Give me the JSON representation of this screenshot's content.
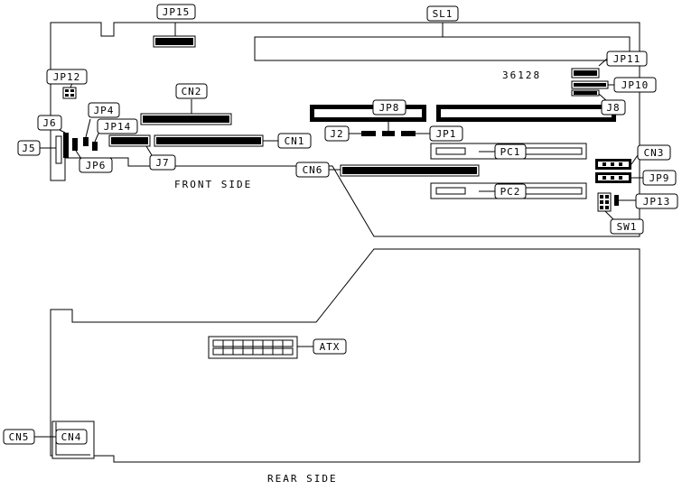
{
  "labels": {
    "jp15": "JP15",
    "sl1": "SL1",
    "jp11": "JP11",
    "jp10": "JP10",
    "j8": "J8",
    "jp12": "JP12",
    "cn2": "CN2",
    "jp4": "JP4",
    "jp14": "JP14",
    "j6": "J6",
    "j5": "J5",
    "jp6": "JP6",
    "j7": "J7",
    "cn1": "CN1",
    "jp8": "JP8",
    "j2": "J2",
    "jp1": "JP1",
    "pc1": "PC1",
    "pc2": "PC2",
    "cn3": "CN3",
    "jp9": "JP9",
    "jp13": "JP13",
    "sw1": "SW1",
    "cn6": "CN6",
    "atx": "ATX",
    "cn5": "CN5",
    "cn4": "CN4"
  },
  "model_number": "36128",
  "front_side_caption": "FRONT SIDE",
  "rear_side_caption": "REAR SIDE"
}
